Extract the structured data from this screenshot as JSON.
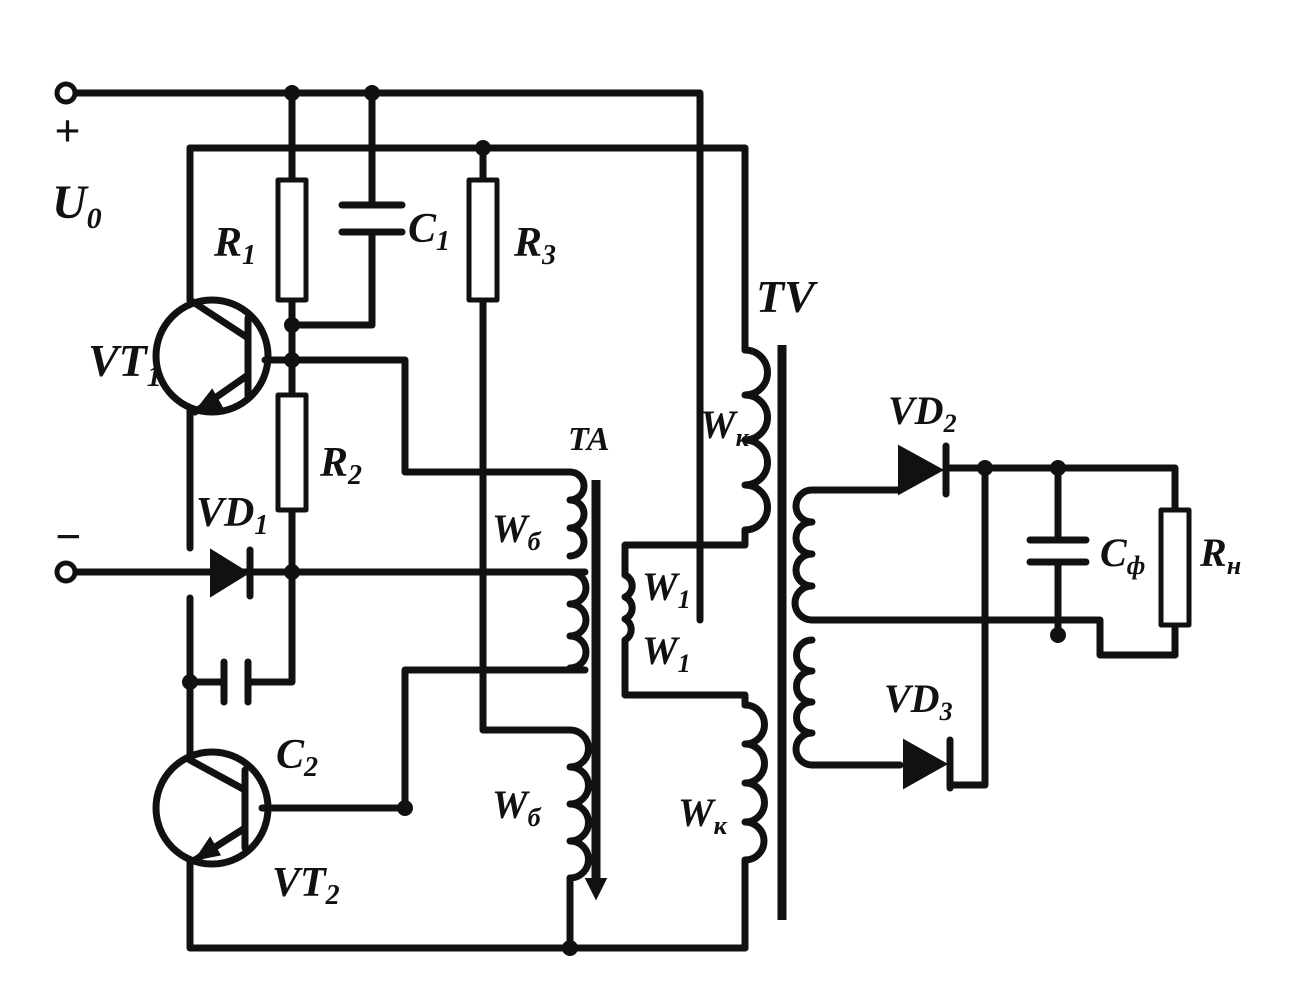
{
  "labels": {
    "plus": "+",
    "minus": "−",
    "u_label": "U",
    "u_sub": "0",
    "r1": "R",
    "r1_sub": "1",
    "c1": "C",
    "c1_sub": "1",
    "r3": "R",
    "r3_sub": "3",
    "vt1": "VT",
    "vt1_sub": "1",
    "r2": "R",
    "r2_sub": "2",
    "vd1": "VD",
    "vd1_sub": "1",
    "c2": "C",
    "c2_sub": "2",
    "vt2": "VT",
    "vt2_sub": "2",
    "ta": "TA",
    "tv": "TV",
    "wb_top": "W",
    "wb_top_sub": "б",
    "wb_bot": "W",
    "wb_bot_sub": "б",
    "w1": "W",
    "w1_sub": "1",
    "w1p": "W",
    "w1p_sub": "1",
    "wk": "W",
    "wk_sub": "к",
    "wkp": "W",
    "wkp_sub": "к",
    "vd2": "VD",
    "vd2_sub": "2",
    "vd3": "VD",
    "vd3_sub": "3",
    "cf": "C",
    "cf_sub": "ф",
    "rn": "R",
    "rn_sub": "н"
  },
  "colors": {
    "ink": "#111111",
    "paper": "#ffffff"
  }
}
